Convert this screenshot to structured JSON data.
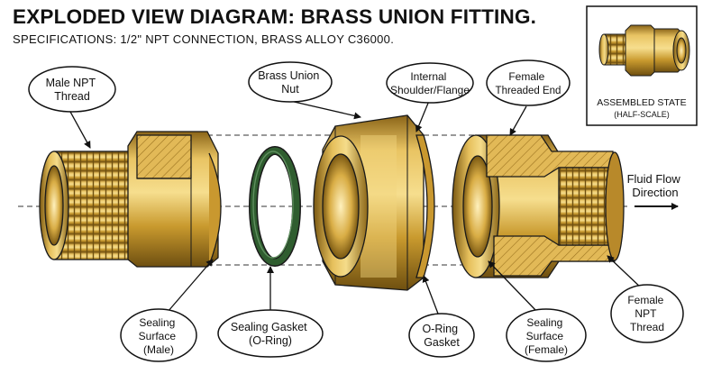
{
  "title": "EXPLODED VIEW DIAGRAM: BRASS UNION FITTING.",
  "subtitle": "SPECIFICATIONS: 1/2\" NPT CONNECTION, BRASS ALLOY C36000.",
  "colors": {
    "brass": "#d8a638",
    "brass_dark": "#8a6418",
    "brass_light": "#f2d57e",
    "gasket": "#2f5d2f",
    "outline": "#1a1a1a"
  },
  "callouts": {
    "male_npt_thread": [
      "Male NPT",
      "Thread"
    ],
    "brass_union_nut": [
      "Brass Union",
      "Nut"
    ],
    "internal_shoulder": [
      "Internal",
      "Shoulder/Flange"
    ],
    "female_threaded_end": [
      "Female",
      "Threaded End"
    ],
    "fluid_flow": [
      "Fluid Flow",
      "Direction"
    ],
    "female_npt_thread": [
      "Female",
      "NPT",
      "Thread"
    ],
    "sealing_surface_male": [
      "Sealing",
      "Surface",
      "(Male)"
    ],
    "sealing_gasket": [
      "Sealing Gasket",
      "(O-Ring)"
    ],
    "o_ring_gasket": [
      "O-Ring",
      "Gasket"
    ],
    "sealing_surface_female": [
      "Sealing",
      "Surface",
      "(Female)"
    ]
  },
  "inset": {
    "label": "ASSEMBLED STATE",
    "sublabel": "(HALF-SCALE)"
  }
}
